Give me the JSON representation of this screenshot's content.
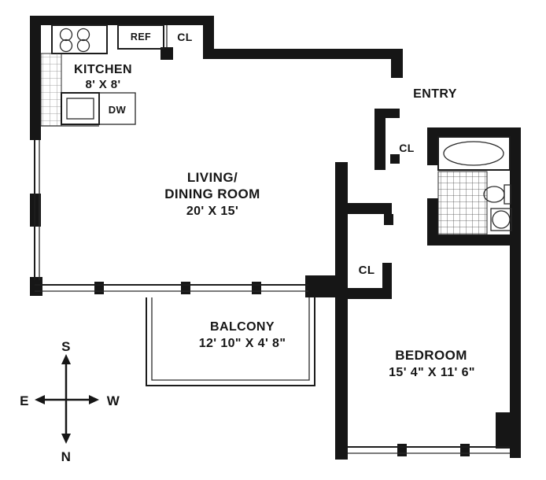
{
  "rooms": {
    "kitchen": {
      "name": "KITCHEN",
      "dims": "8' X 8'"
    },
    "living_dining": {
      "line1": "LIVING/",
      "line2": "DINING ROOM",
      "dims": "20' X 15'"
    },
    "balcony": {
      "name": "BALCONY",
      "dims": "12' 10\" X 4' 8\""
    },
    "bedroom": {
      "name": "BEDROOM",
      "dims": "15' 4\" X 11' 6\""
    },
    "entry": {
      "name": "ENTRY"
    }
  },
  "closets": {
    "kitchen": "CL",
    "entry": "CL",
    "hall": "CL"
  },
  "appliances": {
    "refrigerator": "REF",
    "dishwasher": "DW"
  },
  "compass": {
    "south": "S",
    "north": "N",
    "east": "E",
    "west": "W"
  },
  "colors": {
    "wall": "#161616",
    "background": "#ffffff"
  }
}
